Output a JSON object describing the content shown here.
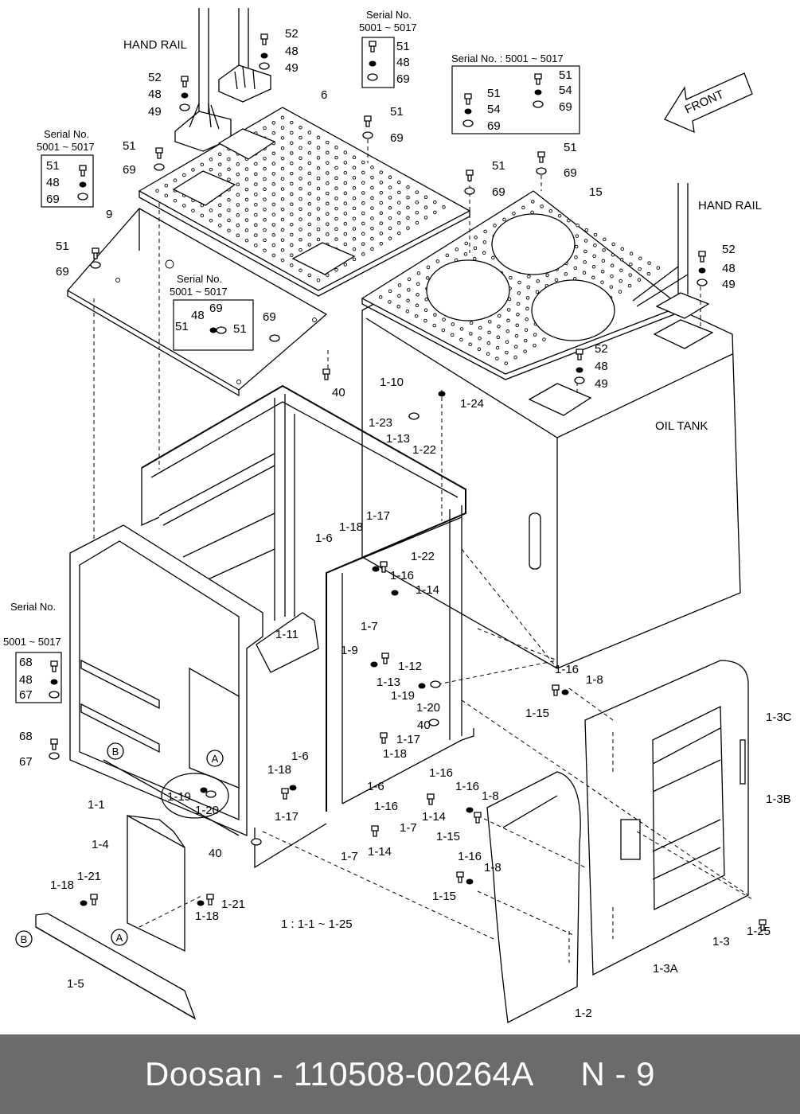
{
  "diagram": {
    "labels": {
      "hand_rail_left": "HAND RAIL",
      "hand_rail_right": "HAND RAIL",
      "oil_tank": "OIL TANK",
      "front": "FRONT",
      "legend": "1 : 1-1 ~ 1-25"
    },
    "serial_notes": [
      {
        "title": "Serial No.",
        "range": "5001 ~ 5017"
      },
      {
        "title": "Serial No. : 5001 ~ 5017"
      },
      {
        "title": "Serial No.",
        "range": "5001 ~ 5017"
      },
      {
        "title": "Serial No.",
        "range": "5001 ~ 5017"
      },
      {
        "title": "Serial No.",
        "range": "5001 ~ 5017"
      }
    ],
    "serial_box_parts": {
      "top": [
        "51",
        "48",
        "69"
      ],
      "right_a": [
        "51",
        "54",
        "69"
      ],
      "right_b": [
        "51",
        "54",
        "69"
      ],
      "left": [
        "51",
        "48",
        "69"
      ],
      "mid": [
        "69",
        "48",
        "51"
      ],
      "lower": [
        "68",
        "48",
        "67"
      ]
    },
    "part_numbers": {
      "p52a": "52",
      "p48a": "48",
      "p49a": "49",
      "p52b": "52",
      "p48b": "48",
      "p49b": "49",
      "p6": "6",
      "p51a": "51",
      "p69a": "69",
      "p51b": "51",
      "p69b": "69",
      "p51c": "51",
      "p69c": "69",
      "p51d": "51",
      "p69d": "69",
      "p51e": "51",
      "p69e": "69",
      "p15": "15",
      "p9": "9",
      "p52c": "52",
      "p48c": "48",
      "p49c": "49",
      "p52d": "52",
      "p48d": "48",
      "p49d": "49",
      "p51f": "51",
      "p69f": "69",
      "p40a": "40",
      "p40b": "40",
      "p40c": "40",
      "p1_10": "1-10",
      "p1_24": "1-24",
      "p1_23": "1-23",
      "p1_13a": "1-13",
      "p1_22a": "1-22",
      "p1_22b": "1-22",
      "p1_17a": "1-17",
      "p1_18a": "1-18",
      "p1_6a": "1-6",
      "p1_16a": "1-16",
      "p1_14a": "1-14",
      "p1_7a": "1-7",
      "p1_11": "1-11",
      "p1_9": "1-9",
      "p1_12": "1-12",
      "p1_13b": "1-13",
      "p1_19a": "1-19",
      "p1_20a": "1-20",
      "p1_17b": "1-17",
      "p1_18b": "1-18",
      "p1_6b": "1-6",
      "p1_18c": "1-18",
      "p1_17c": "1-17",
      "p1_6c": "1-6",
      "p1_16b": "1-16",
      "p1_14b": "1-14",
      "p1_7b": "1-7",
      "p1_16c": "1-16",
      "p1_14c": "1-14",
      "p1_7c": "1-7",
      "p1_16d": "1-16",
      "p1_8a": "1-8",
      "p1_15a": "1-15",
      "p1_16e": "1-16",
      "p1_8b": "1-8",
      "p1_15b": "1-15",
      "p1_16f": "1-16",
      "p1_8c": "1-8",
      "p1_15c": "1-15",
      "p1_3c": "1-3C",
      "p1_3b": "1-3B",
      "p1_3a": "1-3A",
      "p1_3": "1-3",
      "p1_25": "1-25",
      "p1_2": "1-2",
      "p1_1": "1-1",
      "p1_19b": "1-19",
      "p1_20b": "1-20",
      "p1_4": "1-4",
      "p1_5": "1-5",
      "p1_18d": "1-18",
      "p1_21a": "1-21",
      "p1_18e": "1-18",
      "p1_21b": "1-21",
      "p68": "68",
      "p67": "67"
    },
    "callouts": {
      "a1": "A",
      "a2": "A",
      "b1": "B",
      "b2": "B"
    }
  },
  "footer": {
    "text": "Doosan - 110508-00264A     N - 9"
  }
}
